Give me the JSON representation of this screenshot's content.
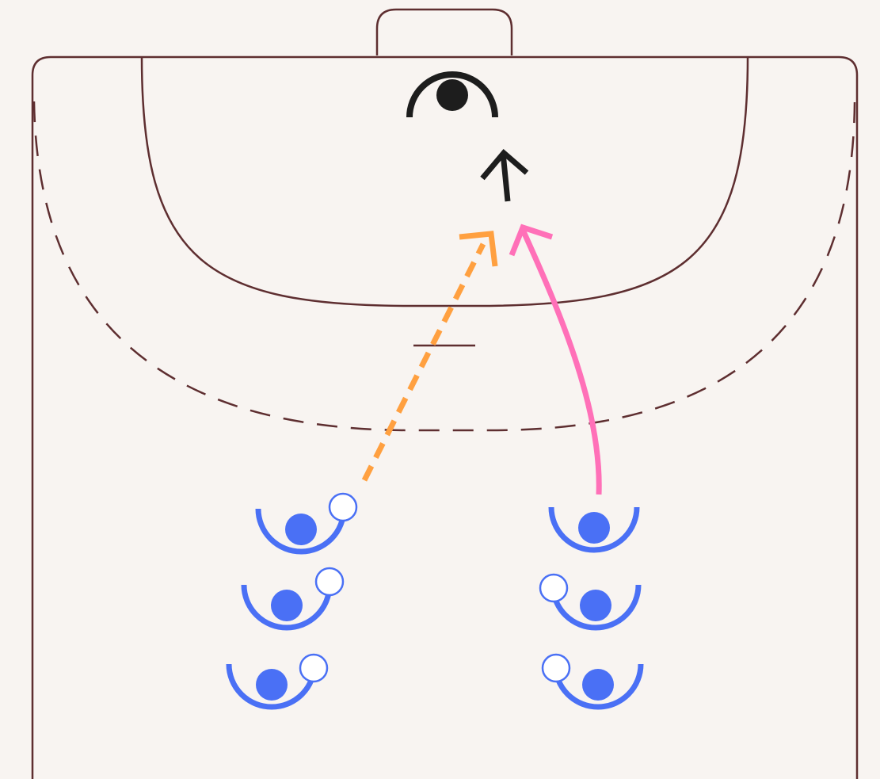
{
  "colors": {
    "background": "#f8f4f1",
    "court_line": "#5e2e30",
    "goalkeeper": "#1d1d1d",
    "player": "#4a70f5",
    "ball_fill": "#ffffff",
    "pass_arrow": "#ffa040",
    "run_arrow": "#ff70b8",
    "shot_arrow": "#1d1d1d"
  },
  "legend": {
    "pass_line_style": "dashed",
    "run_line_style": "solid"
  },
  "players": [
    {
      "id": "left-1",
      "column": "left",
      "has_ball": true
    },
    {
      "id": "left-2",
      "column": "left",
      "has_ball": true
    },
    {
      "id": "left-3",
      "column": "left",
      "has_ball": true
    },
    {
      "id": "right-1",
      "column": "right",
      "has_ball": false
    },
    {
      "id": "right-2",
      "column": "right",
      "has_ball": true
    },
    {
      "id": "right-3",
      "column": "right",
      "has_ball": true
    }
  ],
  "icons": {
    "goalkeeper": "goalkeeper-icon",
    "player": "player-icon",
    "ball": "ball-icon"
  }
}
